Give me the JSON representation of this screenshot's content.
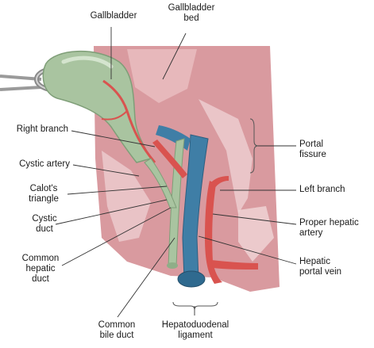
{
  "labels": {
    "gallbladder": "Gallbladder",
    "gallbladder_bed_1": "Gallbladder",
    "gallbladder_bed_2": "bed",
    "right_branch": "Right branch",
    "cystic_artery": "Cystic artery",
    "calots_1": "Calot's",
    "calots_2": "triangle",
    "cystic_duct_1": "Cystic",
    "cystic_duct_2": "duct",
    "common_hepatic_1": "Common",
    "common_hepatic_2": "hepatic",
    "common_hepatic_3": "duct",
    "common_bile_1": "Common",
    "common_bile_2": "bile duct",
    "hepatoduodenal_1": "Hepatoduodenal",
    "hepatoduodenal_2": "ligament",
    "portal_fissure_1": "Portal",
    "portal_fissure_2": "fissure",
    "left_branch": "Left branch",
    "proper_hepatic_1": "Proper hepatic",
    "proper_hepatic_2": "artery",
    "portal_vein_1": "Hepatic",
    "portal_vein_2": "portal vein"
  },
  "colors": {
    "tissue": "#d99a9f",
    "tissue_light": "#eccdcf",
    "bile_green": "#a9c4a0",
    "artery_red": "#d9534f",
    "vein_blue": "#3f7ea6",
    "leader": "#333333"
  }
}
